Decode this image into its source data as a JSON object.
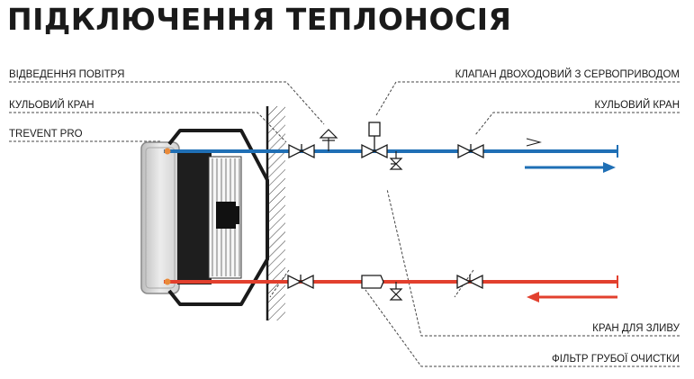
{
  "title": "ПІДКЛЮЧЕННЯ ТЕПЛОНОСІЯ",
  "labels": {
    "air_vent": "ВІДВЕДЕННЯ ПОВІТРЯ",
    "ball_valve_left": "КУЛЬОВИЙ КРАН",
    "unit": "TREVENT PRO",
    "two_way_valve": "КЛАПАН ДВОХОДОВИЙ З СЕРВОПРИВОДОМ",
    "ball_valve_right": "КУЛЬОВИЙ КРАН",
    "drain_valve": "КРАН ДЛЯ ЗЛИВУ",
    "coarse_filter": "ФІЛЬТР ГРУБОЇ ОЧИСТКИ"
  },
  "colors": {
    "supply": "#1f6fb5",
    "return": "#e2402e",
    "dark": "#1a1a1a"
  }
}
